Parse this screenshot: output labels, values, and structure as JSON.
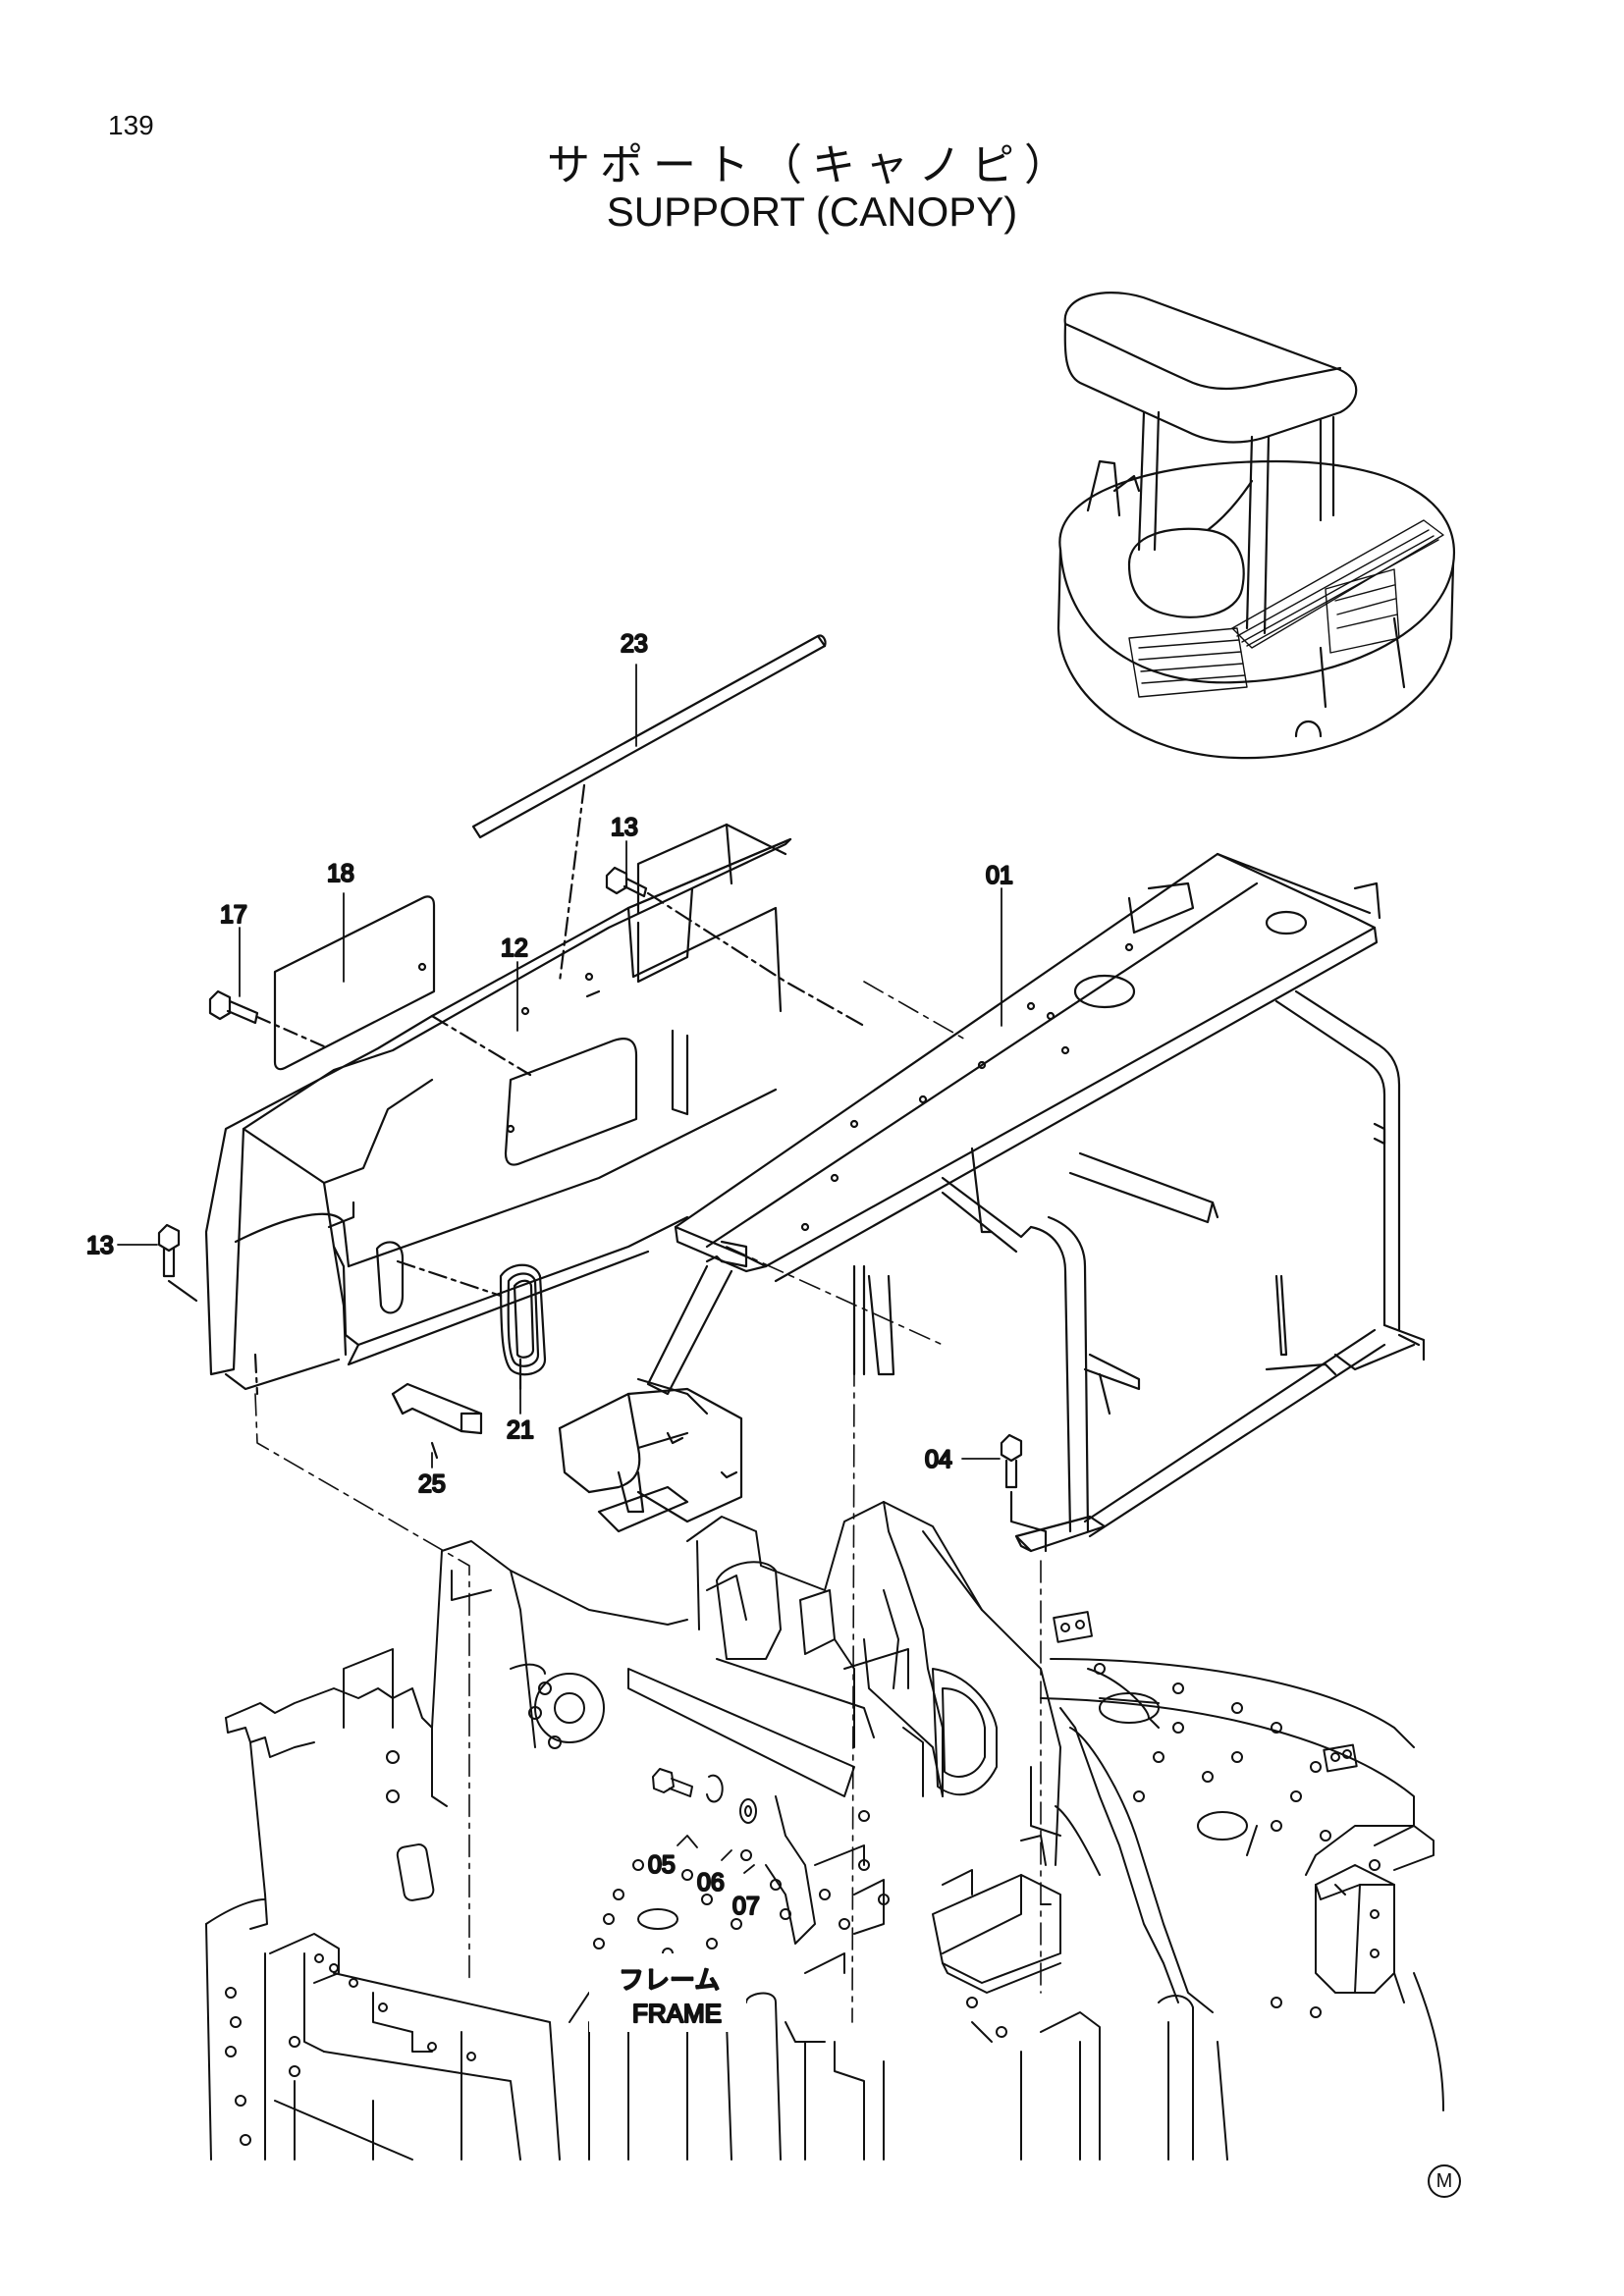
{
  "page": {
    "number": "139",
    "title_jp": "サポート（キャノピ）",
    "title_en": "SUPPORT (CANOPY)",
    "mark": "M"
  },
  "diagram": {
    "callouts": {
      "p01": "01",
      "p04": "04",
      "p05": "05",
      "p06": "06",
      "p07": "07",
      "p12": "12",
      "p13a": "13",
      "p13b": "13",
      "p17": "17",
      "p18": "18",
      "p21": "21",
      "p23": "23",
      "p25": "25"
    },
    "frame_label_jp": "フレーム",
    "frame_label_en": "FRAME"
  }
}
